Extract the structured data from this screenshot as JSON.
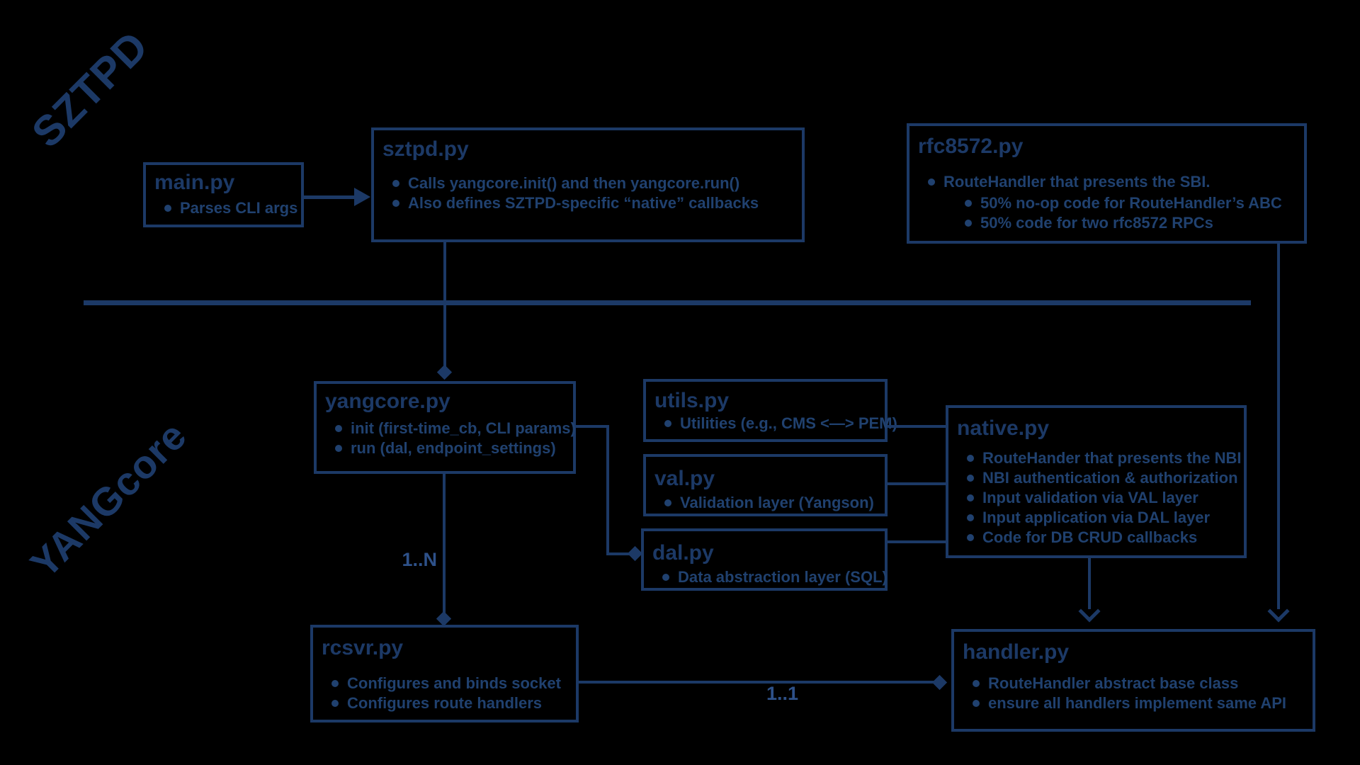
{
  "section_labels": {
    "sztpd": "SZTPD",
    "yangcore": "YANGcore"
  },
  "boxes": {
    "main": {
      "title": "main.py",
      "bullets": [
        "Parses CLI args"
      ]
    },
    "sztpd": {
      "title": "sztpd.py",
      "bullets": [
        "Calls yangcore.init() and then yangcore.run()",
        "Also defines SZTPD-specific “native” callbacks"
      ]
    },
    "rfc8572": {
      "title": "rfc8572.py",
      "bullets": [
        "RouteHandler that presents the SBI."
      ],
      "sub_bullets": [
        "50% no-op code for RouteHandler’s ABC",
        "50% code for two rfc8572 RPCs"
      ]
    },
    "yangcore": {
      "title": "yangcore.py",
      "bullets": [
        "init (first-time_cb, CLI params)",
        "run (dal, endpoint_settings)"
      ]
    },
    "utils": {
      "title": "utils.py",
      "bullets": [
        "Utilities (e.g., CMS <—> PEM)"
      ]
    },
    "val": {
      "title": "val.py",
      "bullets": [
        "Validation layer (Yangson)"
      ]
    },
    "dal": {
      "title": "dal.py",
      "bullets": [
        "Data abstraction layer (SQL)"
      ]
    },
    "native": {
      "title": "native.py",
      "bullets": [
        "RouteHander that presents the NBI",
        "NBI authentication & authorization",
        "Input validation via VAL layer",
        "Input application via DAL layer",
        "Code for DB CRUD callbacks"
      ]
    },
    "rcsvr": {
      "title": "rcsvr.py",
      "bullets": [
        "Configures and binds socket",
        "Configures route handlers"
      ]
    },
    "handler": {
      "title": "handler.py",
      "bullets": [
        "RouteHandler abstract base class",
        "ensure all handlers implement same API"
      ]
    }
  },
  "connector_labels": {
    "yangcore_rcsvr": "1..N",
    "rcsvr_handler": "1..1"
  },
  "colors": {
    "background": "#000000",
    "line": "#1c3966",
    "title_text": "#1c3966",
    "bullet_text": "#20416f",
    "edge_label_text": "#2e5189"
  }
}
